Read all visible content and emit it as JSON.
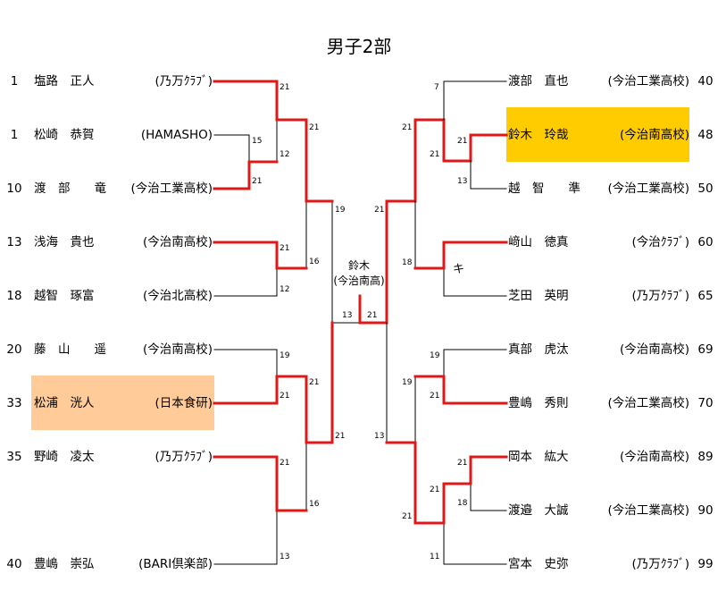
{
  "title": "男子2部",
  "colors": {
    "winner_line": "#e01818",
    "loser_line": "#000000",
    "champion_highlight": "#ffcc00",
    "runner_up_highlight": "#ffcc99"
  },
  "left": [
    {
      "seed": "1",
      "name": "塩路　正人",
      "club": "(乃万ｸﾗﾌﾞ)"
    },
    {
      "seed": "1",
      "name": "松崎　恭賀",
      "club": "(HAMASHO)"
    },
    {
      "seed": "10",
      "name": "渡　部　　竜",
      "club": "(今治工業高校)"
    },
    {
      "seed": "13",
      "name": "浅海　貴也",
      "club": "(今治南高校)"
    },
    {
      "seed": "18",
      "name": "越智　琢富",
      "club": "(今治北高校)"
    },
    {
      "seed": "20",
      "name": "藤　山　　遥",
      "club": "(今治南高校)"
    },
    {
      "seed": "33",
      "name": "松浦　洸人",
      "club": "(日本食研)"
    },
    {
      "seed": "35",
      "name": "野崎　凌太",
      "club": "(乃万ｸﾗﾌﾞ)"
    },
    {
      "seed": "40",
      "name": "豊嶋　崇弘",
      "club": "(BARI倶楽部)"
    }
  ],
  "right": [
    {
      "seed": "40",
      "name": "渡部　直也",
      "club": "(今治工業高校)"
    },
    {
      "seed": "48",
      "name": "鈴木　玲哉",
      "club": "(今治南高校)"
    },
    {
      "seed": "50",
      "name": "越　智　　準",
      "club": "(今治工業高校)"
    },
    {
      "seed": "60",
      "name": "﨑山　徳真",
      "club": "(今治ｸﾗﾌﾞ)"
    },
    {
      "seed": "65",
      "name": "芝田　英明",
      "club": "(乃万ｸﾗﾌﾞ)"
    },
    {
      "seed": "69",
      "name": "真部　虎汰",
      "club": "(今治南高校)"
    },
    {
      "seed": "70",
      "name": "豊嶋　秀則",
      "club": "(今治工業高校)"
    },
    {
      "seed": "89",
      "name": "岡本　紘大",
      "club": "(今治南高校)"
    },
    {
      "seed": "90",
      "name": "渡邉　大誠",
      "club": "(今治工業高校)"
    },
    {
      "seed": "99",
      "name": "宮本　史弥",
      "club": "(乃万ｸﾗﾌﾞ)"
    }
  ],
  "champion": {
    "line1": "鈴木",
    "line2": "(今治南高)"
  },
  "walkover_mark": "キ",
  "scores": {
    "l_r1_a_top": "15",
    "l_r1_a_bot": "21",
    "l_r2_a_top": "21",
    "l_r2_a_bot": "12",
    "l_r2_b_top": "21",
    "l_r2_b_bot": "12",
    "l_r2_c_top": "19",
    "l_r2_c_bot": "21",
    "l_r2_d_top": "21",
    "l_r2_d_bot": "13",
    "l_qf_a_top": "21",
    "l_qf_a_bot": "16",
    "l_qf_b_top": "21",
    "l_qf_b_bot": "16",
    "l_sf_top": "19",
    "l_sf_bot": "21",
    "final_left": "13",
    "final_right": "21",
    "r_r1_a_top": "21",
    "r_r1_a_bot": "13",
    "r_r1_b_top": "21",
    "r_r1_b_bot": "18",
    "r_r2_a_top": "7",
    "r_r2_a_bot": "21",
    "r_r2_c_top": "19",
    "r_r2_c_bot": "21",
    "r_r2_d_top": "21",
    "r_r2_d_bot": "11",
    "r_qf_a_top": "21",
    "r_qf_a_bot": "18",
    "r_qf_b_top": "19",
    "r_qf_b_bot": "21",
    "r_sf_top": "21",
    "r_sf_bot": "13"
  }
}
